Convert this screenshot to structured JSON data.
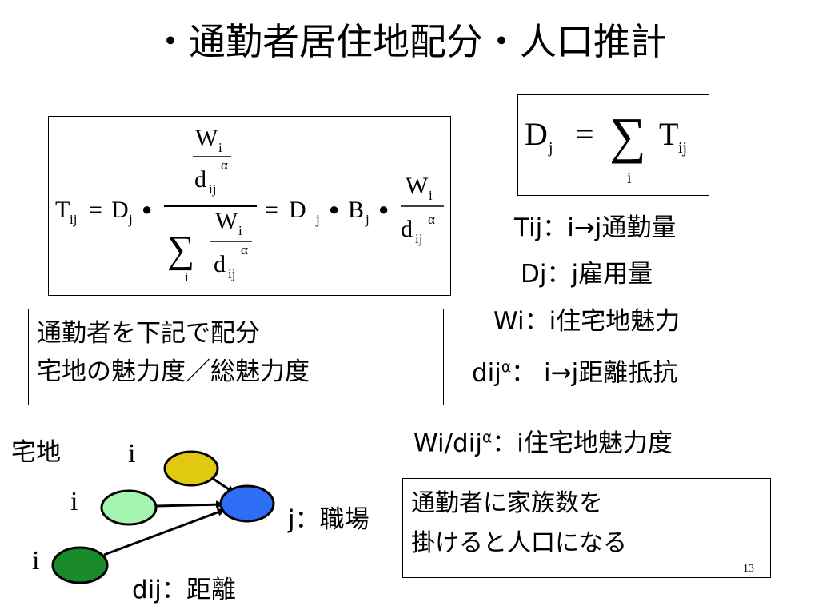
{
  "title": "・通勤者居住地配分・人口推計",
  "formula_main": {
    "lhs": "T",
    "lhs_sub": "ij",
    "d_term": "D",
    "d_sub": "j",
    "bullet": "●",
    "eq": "=",
    "num_w": "W",
    "num_w_sub": "i",
    "den_d": "d",
    "den_d_sub": "ij",
    "den_d_sup": "α",
    "sigma": "∑",
    "sigma_sub": "i",
    "b_term": "B",
    "b_sub": "j"
  },
  "formula_dj": {
    "lhs": "D",
    "lhs_sub": "j",
    "eq": "=",
    "sigma": "∑",
    "sigma_sub": "i",
    "rhs": "T",
    "rhs_sub": "ij"
  },
  "definitions": {
    "tij": "Tij：i→j通勤量",
    "dj": "Dj：j雇用量",
    "wi": "Wi：i住宅地魅力",
    "dij_base": "dij",
    "dij_sup": "α",
    "dij_rest": "： i→j距離抵抗",
    "wd_base": "Wi/dij",
    "wd_sup": "α",
    "wd_rest": "：i住宅地魅力度"
  },
  "note_allocation": {
    "line1": "通勤者を下記で配分",
    "line2": "宅地の魅力度／総魅力度"
  },
  "note_population": {
    "line1": "通勤者に家族数を",
    "line2": "掛けると人口になる"
  },
  "diagram": {
    "residential_label": "宅地",
    "node_labels": [
      "i",
      "i",
      "i"
    ],
    "workplace_label": "j：職場",
    "distance_label": "dij：距離",
    "colors": {
      "yellow": "#e2c911",
      "light_green": "#a5f5b0",
      "dark_green": "#1a8a2a",
      "blue": "#2e6ef5"
    }
  },
  "page_number": "13"
}
